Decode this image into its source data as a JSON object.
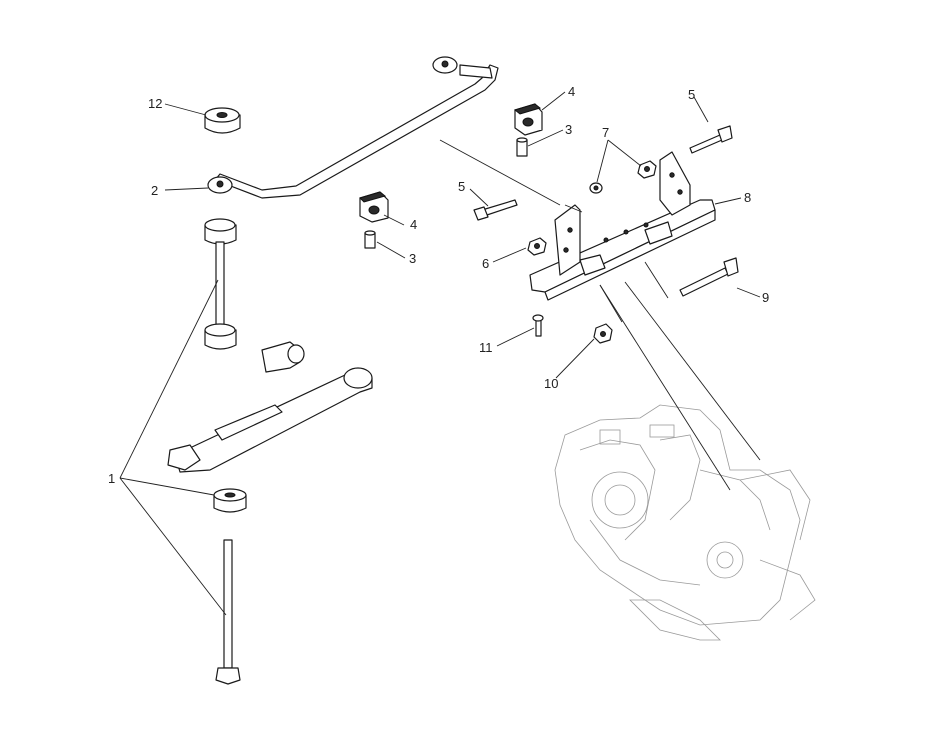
{
  "diagram": {
    "background": "#ffffff",
    "line_color": "#1a1a1a",
    "engine_color": "#9a9a9a",
    "callouts": {
      "c1": "1",
      "c2": "2",
      "c3a": "3",
      "c3b": "3",
      "c4a": "4",
      "c4b": "4",
      "c5a": "5",
      "c5b": "5",
      "c6": "6",
      "c7": "7",
      "c8": "8",
      "c9": "9",
      "c10": "10",
      "c11": "11",
      "c12": "12"
    }
  }
}
